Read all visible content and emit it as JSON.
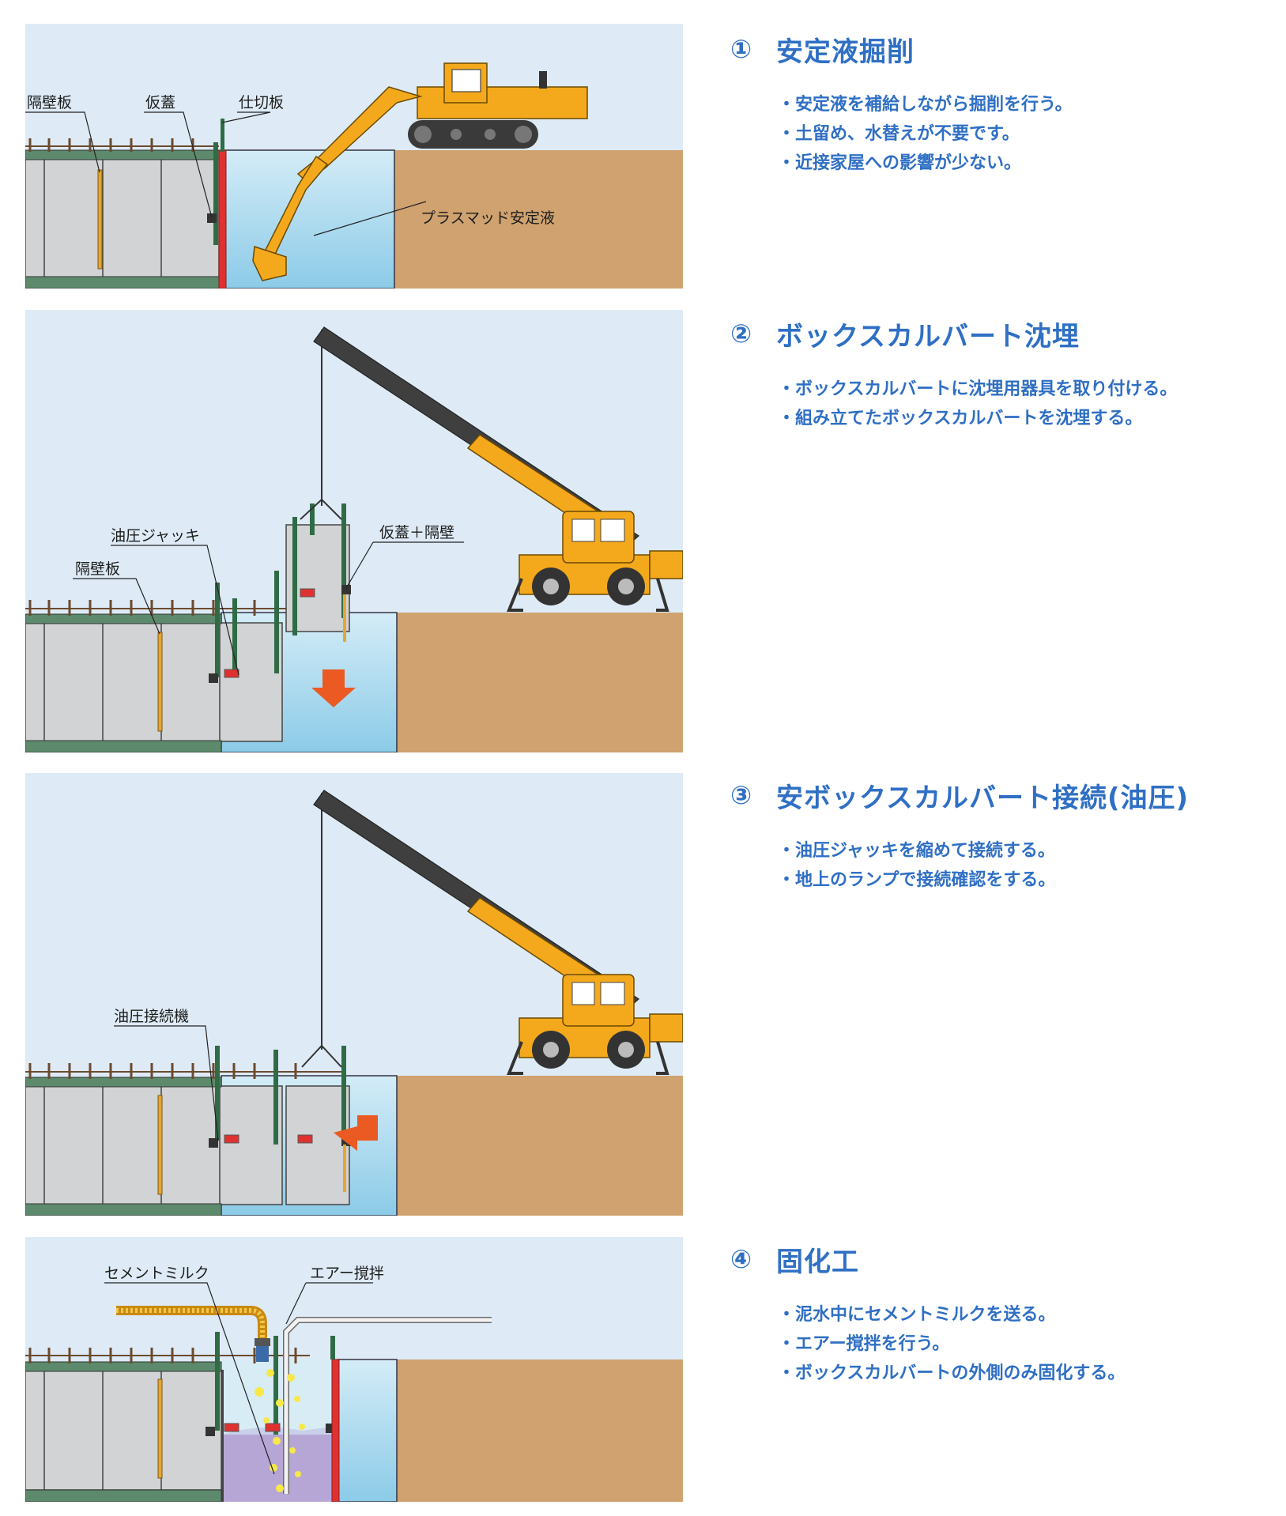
{
  "steps": [
    {
      "num": "①",
      "title": "安定液掘削",
      "bullets": [
        "安定液を補給しながら掘削を行う。",
        "土留め、水替えが不要です。",
        "近接家屋への影響が少ない。"
      ],
      "labels": {
        "a": "隔壁板",
        "b": "仮蓋",
        "c": "仕切板",
        "d": "プラスマッド安定液"
      }
    },
    {
      "num": "②",
      "title": "ボックスカルバート沈埋",
      "bullets": [
        "ボックスカルバートに沈埋用器具を取り付ける。",
        "組み立てたボックスカルバートを沈埋する。"
      ],
      "labels": {
        "a": "油圧ジャッキ",
        "b": "隔壁板",
        "c": "仮蓋＋隔壁"
      }
    },
    {
      "num": "③",
      "title": "安ボックスカルバート接続(油圧)",
      "bullets": [
        "油圧ジャッキを縮めて接続する。",
        "地上のランプで接続確認をする。"
      ],
      "labels": {
        "a": "油圧接続機"
      }
    },
    {
      "num": "④",
      "title": "固化工",
      "bullets": [
        "泥水中にセメントミルクを送る。",
        "エアー撹拌を行う。",
        "ボックスカルバートの外側のみ固化する。"
      ],
      "labels": {
        "a": "セメントミルク",
        "b": "エアー撹拌"
      }
    }
  ],
  "bullet_mark": "・",
  "colors": {
    "accent": "#2f6fc4",
    "sky": "#deebf6",
    "soil": "#cfa26f",
    "water": "#a7d5ec",
    "box": "#d2d3d4",
    "machine": "#f4a91c",
    "partition": "#e03131",
    "arrow": "#ea5a22",
    "slurry": "#b6a6d6"
  }
}
